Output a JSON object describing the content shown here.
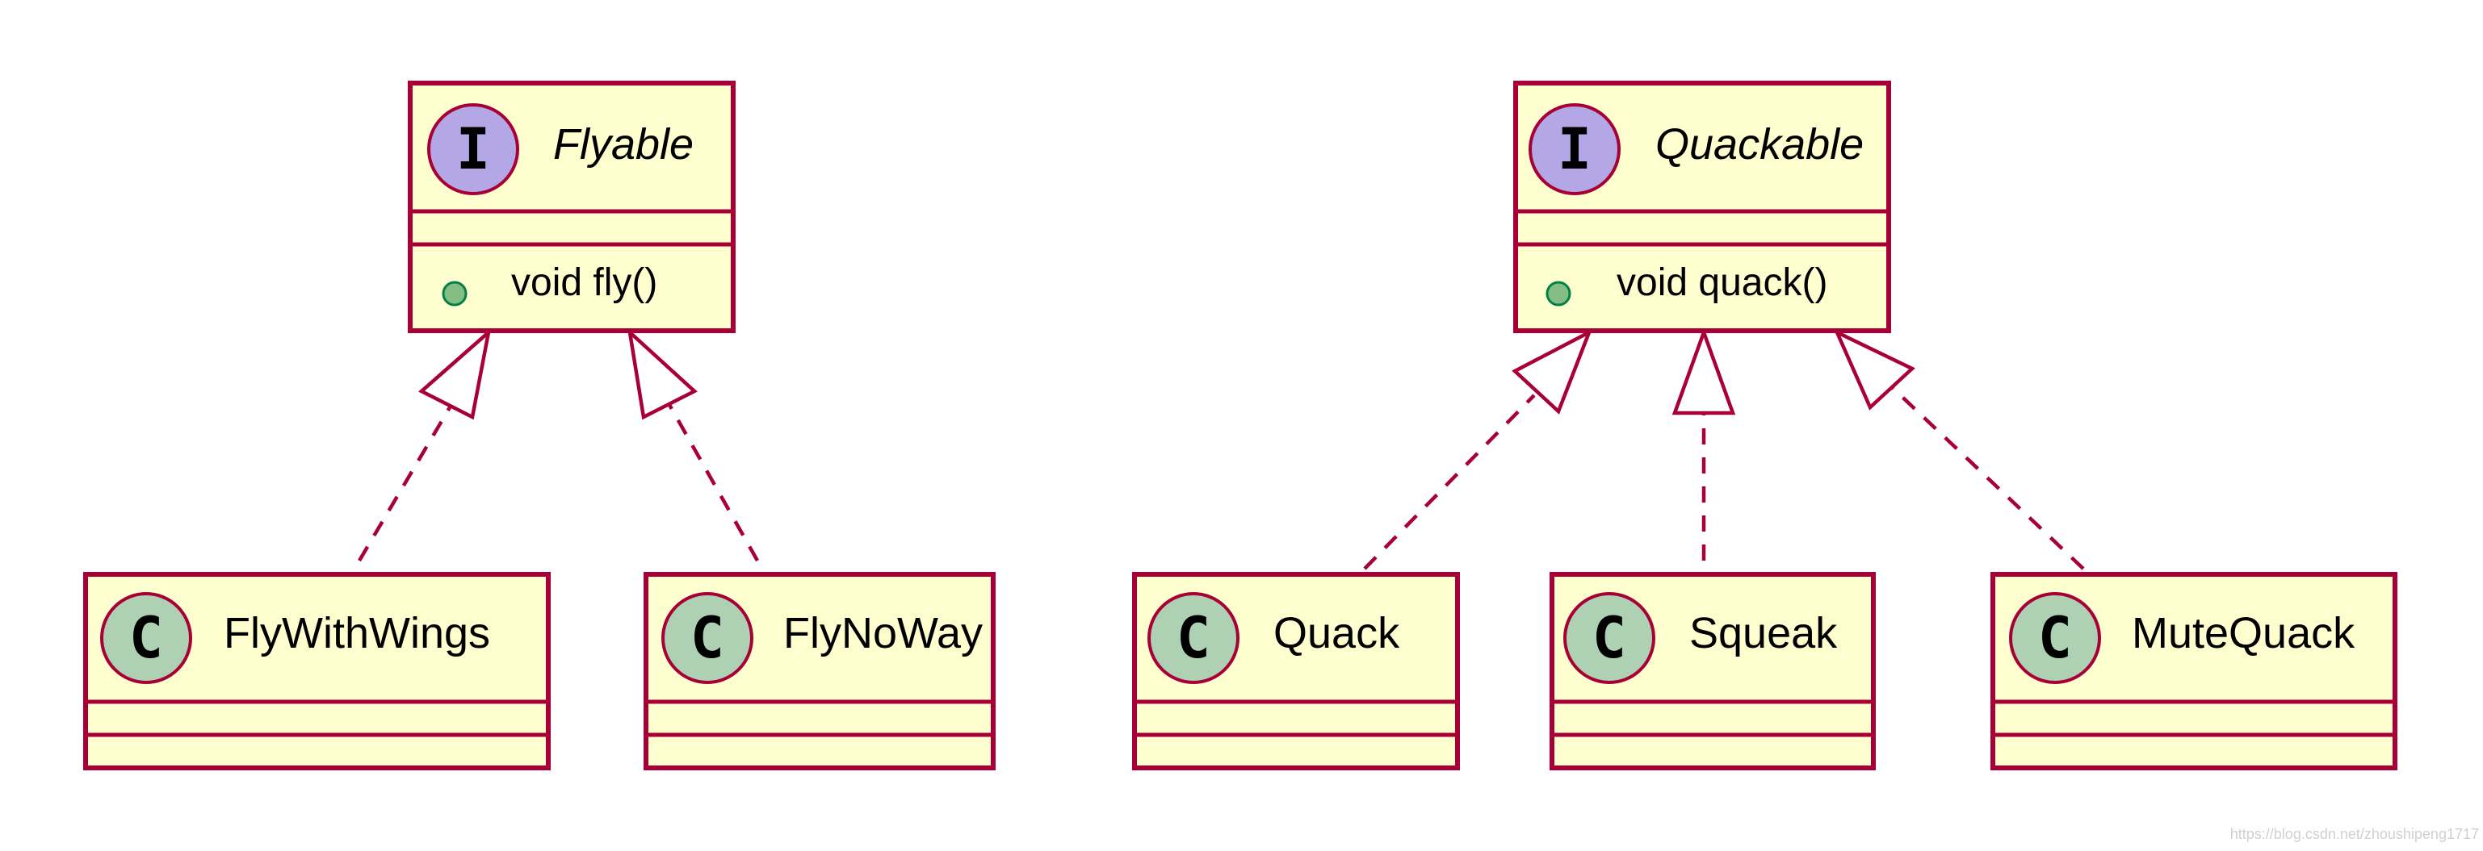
{
  "colors": {
    "border": "#A80036",
    "box_fill": "#FEFECE",
    "interface_badge": "#B4A7E5",
    "class_badge": "#ADD1B2",
    "public_marker": "#84BE84"
  },
  "interfaces": [
    {
      "id": "flyable",
      "badge": "I",
      "name": "Flyable",
      "members": [
        {
          "visibility": "public",
          "signature": "void fly()"
        }
      ]
    },
    {
      "id": "quackable",
      "badge": "I",
      "name": "Quackable",
      "members": [
        {
          "visibility": "public",
          "signature": "void quack()"
        }
      ]
    }
  ],
  "classes": [
    {
      "id": "flywithwings",
      "badge": "C",
      "name": "FlyWithWings",
      "implements": "Flyable"
    },
    {
      "id": "flynoway",
      "badge": "C",
      "name": "FlyNoWay",
      "implements": "Flyable"
    },
    {
      "id": "quack",
      "badge": "C",
      "name": "Quack",
      "implements": "Quackable"
    },
    {
      "id": "squeak",
      "badge": "C",
      "name": "Squeak",
      "implements": "Quackable"
    },
    {
      "id": "mutequack",
      "badge": "C",
      "name": "MuteQuack",
      "implements": "Quackable"
    }
  ],
  "relationships": [
    {
      "from": "FlyWithWings",
      "to": "Flyable",
      "type": "realization"
    },
    {
      "from": "FlyNoWay",
      "to": "Flyable",
      "type": "realization"
    },
    {
      "from": "Quack",
      "to": "Quackable",
      "type": "realization"
    },
    {
      "from": "Squeak",
      "to": "Quackable",
      "type": "realization"
    },
    {
      "from": "MuteQuack",
      "to": "Quackable",
      "type": "realization"
    }
  ],
  "watermark": "https://blog.csdn.net/zhoushipeng1717"
}
